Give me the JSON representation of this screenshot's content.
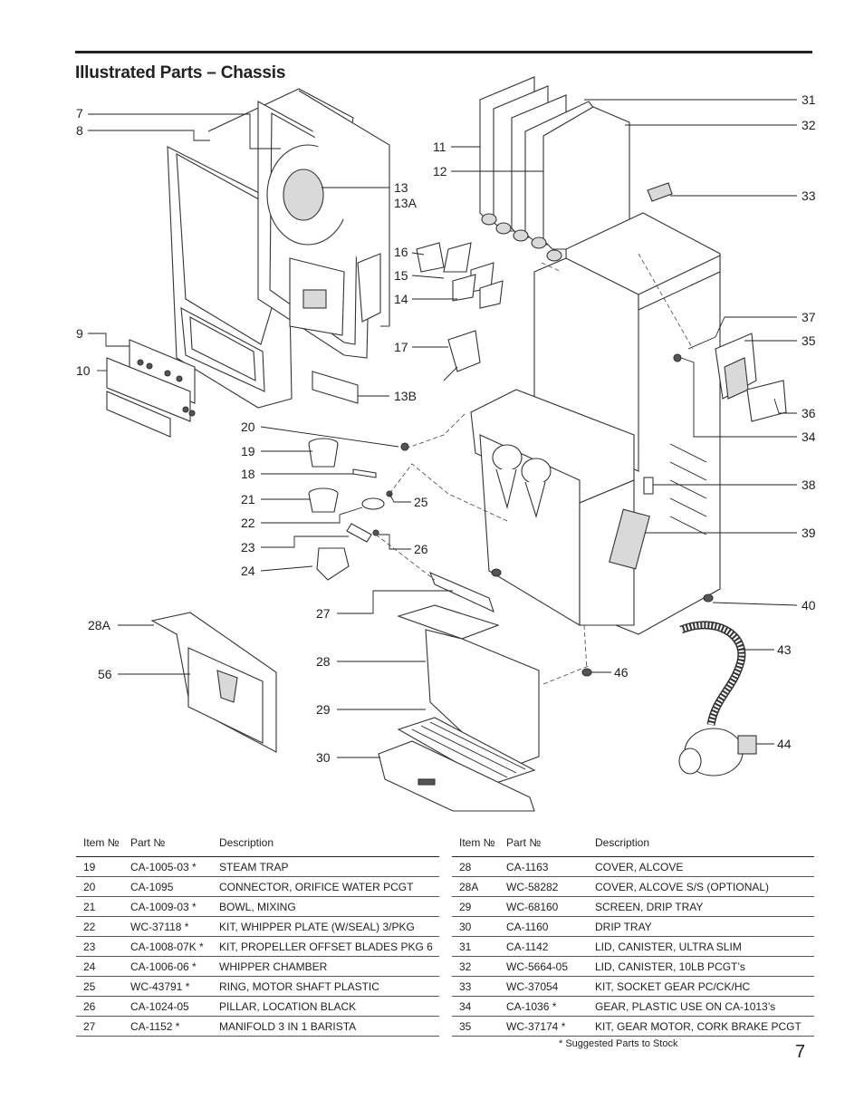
{
  "title": "Illustrated Parts – Chassis",
  "page_number": "7",
  "footnote": "* Suggested Parts to Stock",
  "callouts": [
    "7",
    "8",
    "9",
    "10",
    "11",
    "12",
    "13",
    "13A",
    "13B",
    "14",
    "15",
    "16",
    "17",
    "18",
    "19",
    "20",
    "21",
    "22",
    "23",
    "24",
    "25",
    "26",
    "27",
    "28",
    "28A",
    "29",
    "30",
    "31",
    "32",
    "33",
    "34",
    "35",
    "36",
    "37",
    "38",
    "39",
    "40",
    "43",
    "44",
    "46",
    "56"
  ],
  "headers": {
    "item": "Item №",
    "part": "Part №",
    "desc": "Description"
  },
  "left_table": [
    {
      "item": "19",
      "part": "CA-1005-03 *",
      "desc": "STEAM TRAP"
    },
    {
      "item": "20",
      "part": "CA-1095",
      "desc": "CONNECTOR, ORIFICE WATER PCGT"
    },
    {
      "item": "21",
      "part": "CA-1009-03 *",
      "desc": "BOWL, MIXING"
    },
    {
      "item": "22",
      "part": "WC-37118 *",
      "desc": "KIT, WHIPPER PLATE (W/SEAL) 3/PKG"
    },
    {
      "item": "23",
      "part": "CA-1008-07K *",
      "desc": "KIT, PROPELLER OFFSET BLADES PKG 6"
    },
    {
      "item": "24",
      "part": "CA-1006-06 *",
      "desc": "WHIPPER CHAMBER"
    },
    {
      "item": "25",
      "part": "WC-43791 *",
      "desc": "RING, MOTOR SHAFT PLASTIC"
    },
    {
      "item": "26",
      "part": "CA-1024-05",
      "desc": "PILLAR, LOCATION BLACK"
    },
    {
      "item": "27",
      "part": "CA-1152 *",
      "desc": "MANIFOLD 3 IN 1 BARISTA"
    }
  ],
  "right_table": [
    {
      "item": "28",
      "part": "CA-1163",
      "desc": "COVER, ALCOVE"
    },
    {
      "item": "28A",
      "part": "WC-58282",
      "desc": "COVER, ALCOVE S/S (OPTIONAL)"
    },
    {
      "item": "29",
      "part": "WC-68160",
      "desc": "SCREEN, DRIP TRAY"
    },
    {
      "item": "30",
      "part": "CA-1160",
      "desc": "DRIP TRAY"
    },
    {
      "item": "31",
      "part": "CA-1142",
      "desc": "LID, CANISTER, ULTRA SLIM"
    },
    {
      "item": "32",
      "part": "WC-5664-05",
      "desc": " LID, CANISTER, 10LB PCGT’s"
    },
    {
      "item": "33",
      "part": "WC-37054",
      "desc": "KIT, SOCKET GEAR PC/CK/HC"
    },
    {
      "item": "34",
      "part": "CA-1036  *",
      "desc": "GEAR, PLASTIC USE ON CA-1013’s"
    },
    {
      "item": "35",
      "part": "WC-37174 *",
      "desc": "KIT, GEAR MOTOR, CORK BRAKE PCGT"
    }
  ]
}
